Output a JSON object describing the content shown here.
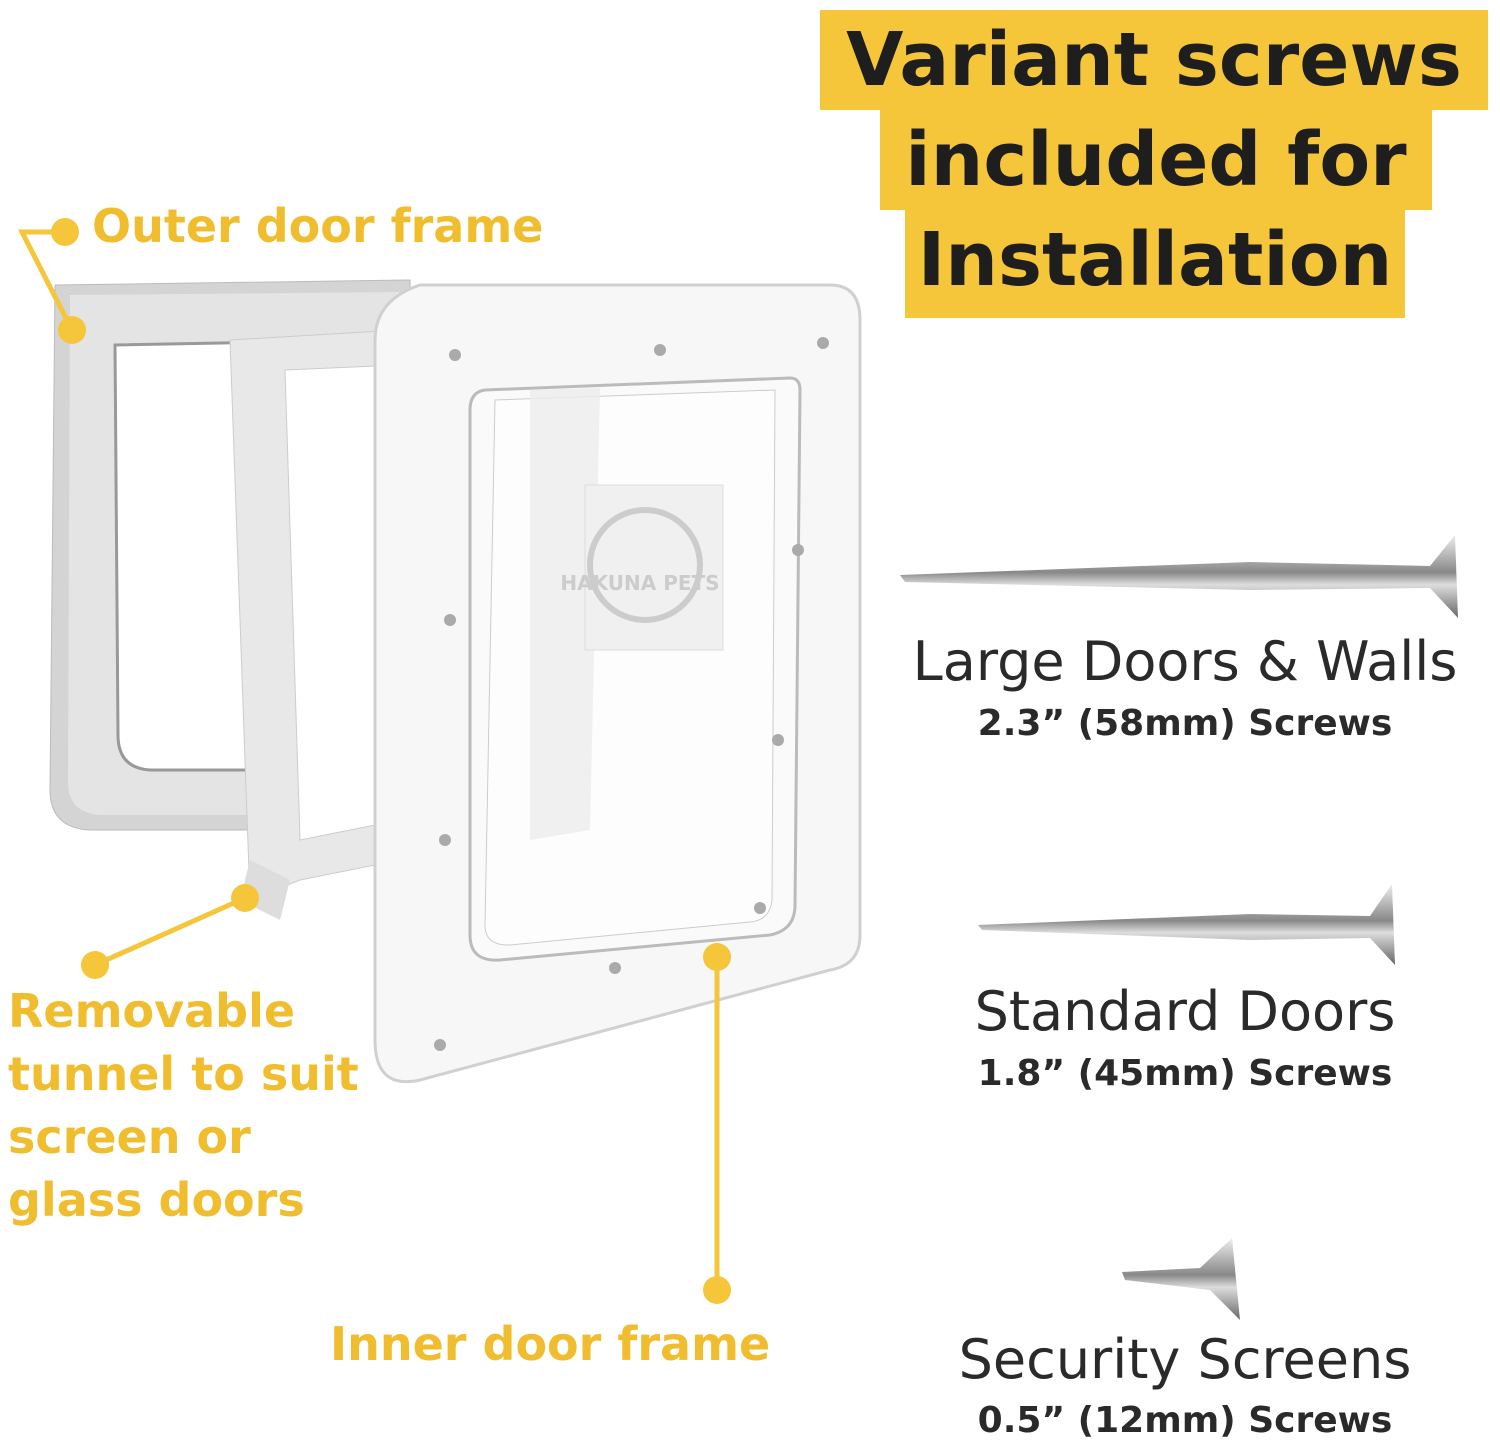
{
  "headline": {
    "lines": [
      "Variant screws",
      "included for",
      "Installation"
    ]
  },
  "labels": {
    "outer": "Outer door frame",
    "tunnel": [
      "Removable",
      "tunnel to suit",
      "screen or",
      "glass doors"
    ],
    "inner": "Inner door frame"
  },
  "logo_text": "HAKUNA PETS",
  "screws": [
    {
      "title": "Large Doors & Walls",
      "size": "2.3” (58mm) Screws"
    },
    {
      "title": "Standard Doors",
      "size": "1.8” (45mm) Screws"
    },
    {
      "title": "Security Screens",
      "size": "0.5” (12mm) Screws"
    }
  ],
  "colors": {
    "accent": "#f5c53a",
    "text": "#2a2a2a"
  }
}
